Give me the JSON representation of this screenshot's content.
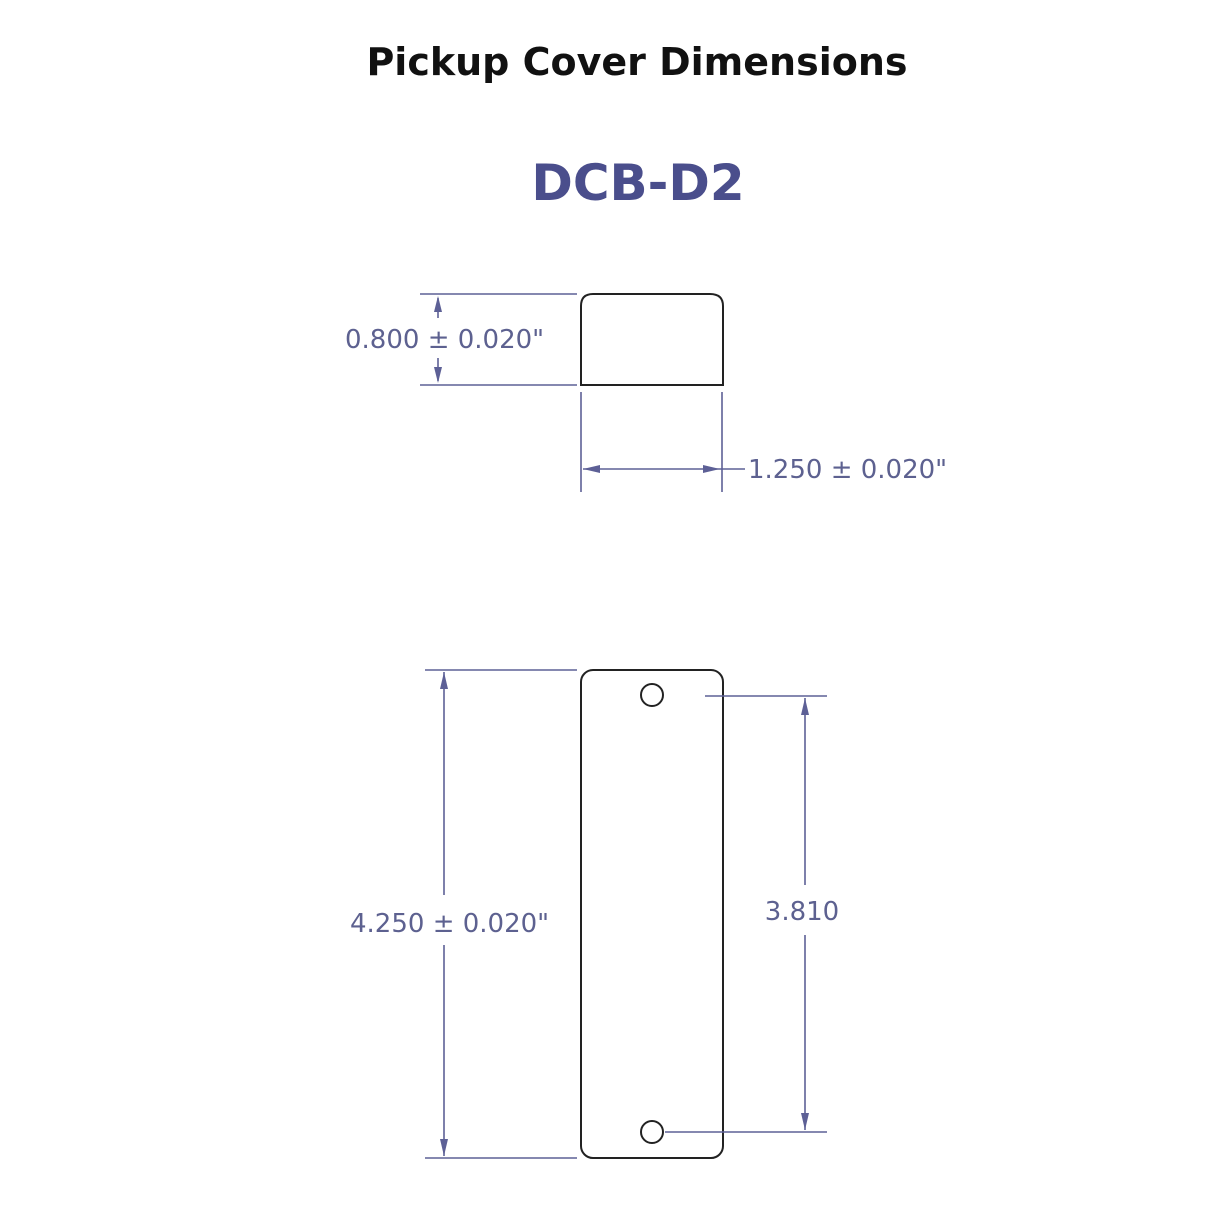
{
  "title": "Pickup Cover Dimensions",
  "model": "DCB-D2",
  "dimensions": {
    "height": "0.800 ± 0.020\"",
    "width": "1.250 ± 0.020\"",
    "length": "4.250 ± 0.020\"",
    "hole_spacing": "3.810"
  },
  "colors": {
    "model": "#4a4e8c",
    "dimension": "#5d6096"
  }
}
